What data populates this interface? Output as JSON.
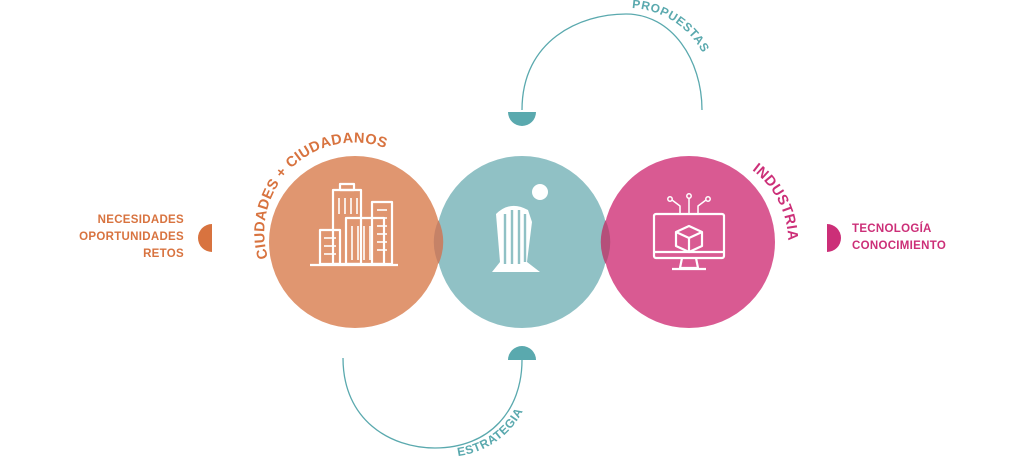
{
  "colors": {
    "orange": "#e09670",
    "orange_text": "#d8733f",
    "teal": "#90c1c5",
    "teal_dark": "#5aa9ae",
    "pink": "#d95a92",
    "pink_text": "#cc2f78",
    "overlap_left": "#c58267",
    "overlap_right": "#b54f7a"
  },
  "circles": {
    "left": {
      "label": "CIUDADES + CIUDADANOS",
      "icon": "city-buildings-icon"
    },
    "center": {
      "icon": "harp-logo-icon"
    },
    "right": {
      "label": "INDUSTRIA",
      "icon": "monitor-cube-icon"
    }
  },
  "flows": {
    "top": {
      "label": "PROPUESTAS"
    },
    "bottom": {
      "label": "ESTRATEGIA"
    }
  },
  "left_side": {
    "lines": [
      "NECESIDADES",
      "OPORTUNIDADES",
      "RETOS"
    ]
  },
  "right_side": {
    "lines": [
      "TECNOLOGÍA",
      "CONOCIMIENTO"
    ]
  }
}
